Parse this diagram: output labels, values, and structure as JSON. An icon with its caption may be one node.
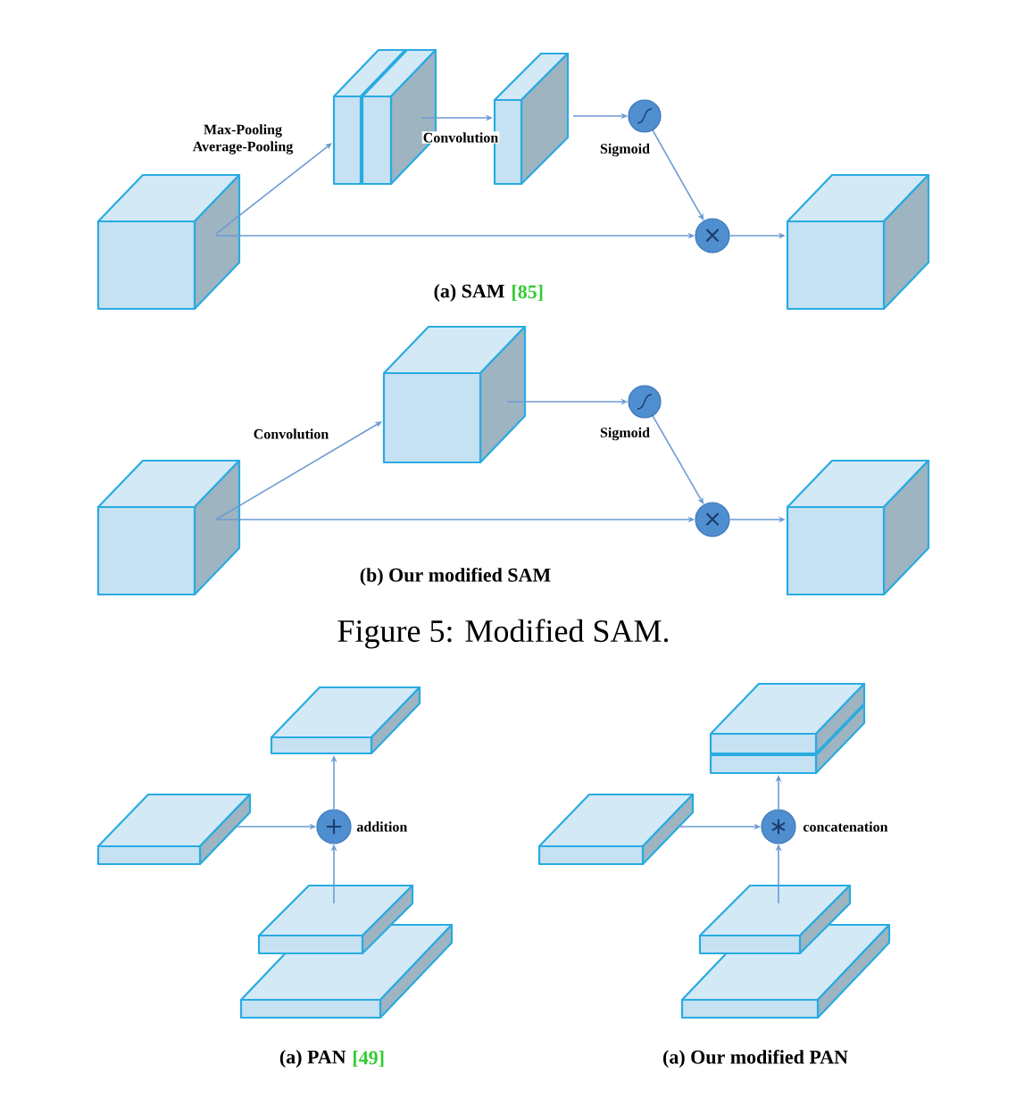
{
  "diagram": {
    "caption": "Figure 5: Modified SAM.",
    "nodes": [
      {
        "text": [],
        "shape": "box"
      },
      {
        "text": [],
        "shape": "box"
      },
      {
        "text": [],
        "shape": "box"
      },
      {
        "text": [],
        "shape": "box"
      },
      {
        "text": [],
        "shape": "circle",
        "beside": [
          "Sigmoid"
        ]
      },
      {
        "text": [
          "×"
        ]
      },
      {
        "text": [],
        "shape": "box"
      },
      {
        "text": [],
        "shape": "box"
      },
      {
        "text": [],
        "shape": "box"
      },
      {
        "text": [],
        "shape": "circle",
        "beside": [
          "Sigmoid"
        ]
      },
      {
        "text": [
          "×"
        ]
      },
      {
        "text": [],
        "shape": "box"
      },
      {
        "text": [],
        "shape": "box"
      },
      {
        "text": [],
        "shape": "box"
      },
      {
        "text": [
          "+"
        ],
        "beside": [
          "addition"
        ]
      },
      {
        "text": [],
        "shape": "box"
      },
      {
        "text": [],
        "shape": "box"
      },
      {
        "text": [],
        "shape": "box"
      },
      {
        "text": [],
        "shape": "box"
      },
      {
        "text": [],
        "shape": "box"
      },
      {
        "text": [
          "∗"
        ],
        "beside": [
          "concatenation"
        ]
      },
      {
        "text": [],
        "shape": "box"
      },
      {
        "text": [],
        "shape": "box"
      }
    ],
    "edges": [
      {
        "from": 0,
        "to": 1,
        "arrow": "to",
        "label": "Max-Pooling Average-Pooling"
      },
      {
        "from": 2,
        "to": 3,
        "arrow": "to",
        "label": "Convolution"
      },
      {
        "from": 3,
        "to": 4,
        "arrow": "to"
      },
      {
        "from": 4,
        "to": 5,
        "arrow": "to"
      },
      {
        "from": 0,
        "to": 5,
        "arrow": "to"
      },
      {
        "from": 5,
        "to": 6,
        "arrow": "to"
      },
      {
        "from": 7,
        "to": 8,
        "arrow": "to",
        "label": "Convolution"
      },
      {
        "from": 8,
        "to": 9,
        "arrow": "to"
      },
      {
        "from": 9,
        "to": 10,
        "arrow": "to"
      },
      {
        "from": 7,
        "to": 10,
        "arrow": "to"
      },
      {
        "from": 10,
        "to": 11,
        "arrow": "to"
      },
      {
        "from": 13,
        "to": 14,
        "arrow": "to"
      },
      {
        "from": 15,
        "to": 14,
        "arrow": "to"
      },
      {
        "from": 14,
        "to": 12,
        "arrow": "to"
      },
      {
        "from": 19,
        "to": 20,
        "arrow": "to"
      },
      {
        "from": 21,
        "to": 20,
        "arrow": "to"
      },
      {
        "from": 20,
        "to": 18,
        "arrow": "to"
      }
    ],
    "labels": [
      "(a) SAM",
      "[85]",
      "(b) Our modified SAM",
      "(a) PAN",
      "[49]",
      "(a) Our modified PAN"
    ]
  }
}
